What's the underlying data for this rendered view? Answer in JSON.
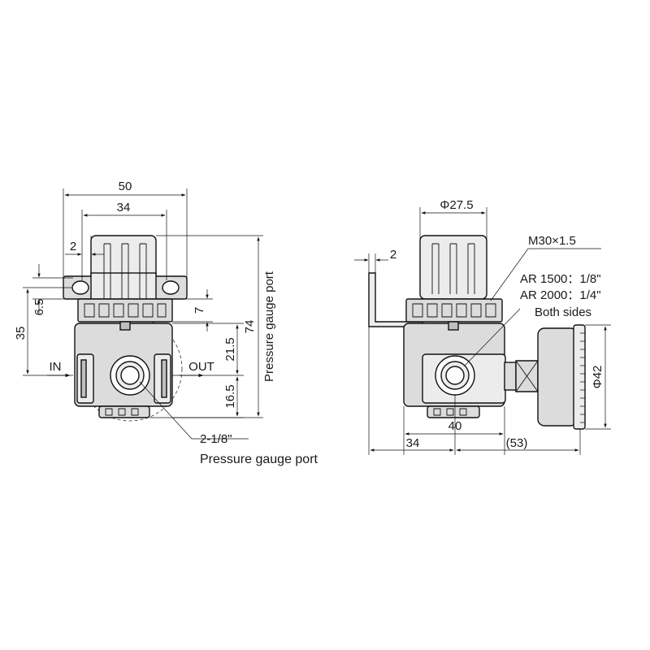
{
  "front_view": {
    "dim_width_total": "50",
    "dim_width_knob": "34",
    "dim_gap": "2",
    "dim_bracket": "6.5",
    "dim_height_35": "35",
    "dim_ring": "7",
    "dim_upper": "21.5",
    "dim_lower": "16.5",
    "dim_total_height": "74",
    "label_in": "IN",
    "label_out": "OUT",
    "label_gauge_port_vertical": "Pressure gauge port",
    "label_port_size": "2-1/8\"",
    "label_gauge_port": "Pressure gauge port"
  },
  "side_view": {
    "dim_knob_dia": "Φ27.5",
    "dim_gap": "2",
    "label_thread": "M30×1.5",
    "label_ar1500": "AR 1500：1/8\"",
    "label_ar2000": "AR 2000：1/4\"",
    "label_both_sides": "Both sides",
    "dim_gauge_dia": "Φ42",
    "dim_body_40": "40",
    "dim_offset_34": "34",
    "dim_gauge_53": "(53)"
  }
}
